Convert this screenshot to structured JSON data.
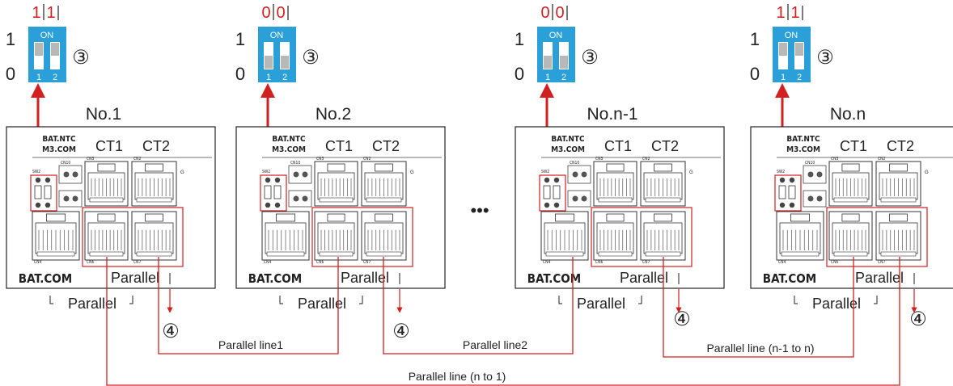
{
  "colors": {
    "wire": "#d21f1f",
    "switch_body": "#2a9fd8",
    "switch_slot": "#ffffff",
    "switch_knob": "#b8b8b8",
    "state_red": "#d21f1f",
    "line": "#222222"
  },
  "switch_legend": {
    "on_label": "ON",
    "positions": [
      "1",
      "2"
    ],
    "level_high": "1",
    "level_low": "0",
    "callout": "③"
  },
  "units": [
    {
      "name": "No.1",
      "switch_states": [
        "1",
        "1"
      ],
      "knob_levels": [
        "high",
        "high"
      ]
    },
    {
      "name": "No.2",
      "switch_states": [
        "0",
        "0"
      ],
      "knob_levels": [
        "low",
        "low"
      ]
    },
    {
      "name": "No.n-1",
      "switch_states": [
        "0",
        "0"
      ],
      "knob_levels": [
        "low",
        "low"
      ]
    },
    {
      "name": "No.n",
      "switch_states": [
        "1",
        "1"
      ],
      "knob_levels": [
        "high",
        "high"
      ]
    }
  ],
  "panel_labels": {
    "bat_ntc": "BAT.NTC",
    "m3_com": "M3.COM",
    "ct1": "CT1",
    "ct2": "CT2",
    "bat_com": "BAT.COM",
    "parallel": "Parallel",
    "bracket_parallel": "Parallel",
    "port_tags": [
      "CN10",
      "CN3",
      "CN2",
      "CN4",
      "CN6",
      "CN7",
      "CN5",
      "SW2",
      "G"
    ]
  },
  "ellipsis": "•••",
  "port_callout": "④",
  "parallel_lines": [
    "Parallel line1",
    "Parallel line2",
    "Parallel line (n-1 to n)",
    "Parallel line (n to 1)"
  ]
}
